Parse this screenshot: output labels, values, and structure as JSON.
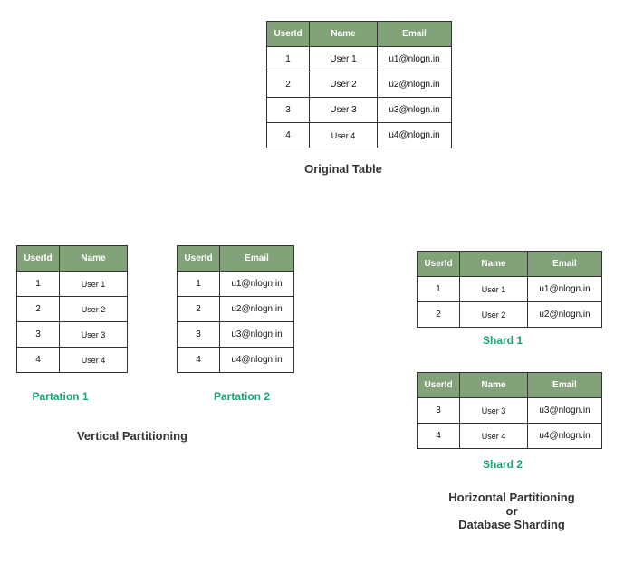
{
  "headers": {
    "user_id": "UserId",
    "name": "Name",
    "email": "Email"
  },
  "original": {
    "caption": "Original Table",
    "rows": [
      {
        "id": "1",
        "name": "User 1",
        "email": "u1@nlogn.in"
      },
      {
        "id": "2",
        "name": "User 2",
        "email": "u2@nlogn.in"
      },
      {
        "id": "3",
        "name": "User 3",
        "email": "u3@nlogn.in"
      },
      {
        "id": "4",
        "name": "User 4",
        "email": "u4@nlogn.in"
      }
    ]
  },
  "vertical": {
    "partition1": {
      "caption": "Partation 1",
      "rows": [
        {
          "id": "1",
          "name": "User 1"
        },
        {
          "id": "2",
          "name": "User 2"
        },
        {
          "id": "3",
          "name": "User 3"
        },
        {
          "id": "4",
          "name": "User 4"
        }
      ]
    },
    "partition2": {
      "caption": "Partation 2",
      "rows": [
        {
          "id": "1",
          "email": "u1@nlogn.in"
        },
        {
          "id": "2",
          "email": "u2@nlogn.in"
        },
        {
          "id": "3",
          "email": "u3@nlogn.in"
        },
        {
          "id": "4",
          "email": "u4@nlogn.in"
        }
      ]
    },
    "title": "Vertical Partitioning"
  },
  "horizontal": {
    "shard1": {
      "caption": "Shard 1",
      "rows": [
        {
          "id": "1",
          "name": "User 1",
          "email": "u1@nlogn.in"
        },
        {
          "id": "2",
          "name": "User 2",
          "email": "u2@nlogn.in"
        }
      ]
    },
    "shard2": {
      "caption": "Shard 2",
      "rows": [
        {
          "id": "3",
          "name": "User 3",
          "email": "u3@nlogn.in"
        },
        {
          "id": "4",
          "name": "User 4",
          "email": "u4@nlogn.in"
        }
      ]
    },
    "title_line1": "Horizontal Partitioning",
    "title_line2": "or",
    "title_line3": "Database Sharding"
  },
  "colors": {
    "header_bg": "#82a37a",
    "caption_green": "#1aa37a",
    "border": "#333333"
  }
}
